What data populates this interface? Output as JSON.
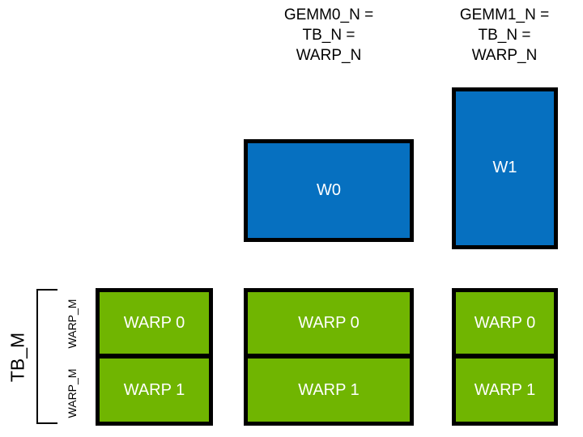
{
  "diagram": {
    "title_hidden": "",
    "colors": {
      "blue_tile": "#0670c0",
      "green_tile": "#70b501",
      "outline": "#000000",
      "tile_text": "#ffffff",
      "label_text": "#000000",
      "background": "#ffffff"
    },
    "headers": [
      {
        "id": "gemm0",
        "text": "GEMM0_N =\nTB_N =\nWARP_N"
      },
      {
        "id": "gemm1",
        "text": "GEMM1_N =\nTB_N =\nWARP_N"
      }
    ],
    "blue_tiles": [
      {
        "id": "w0",
        "label": "W0"
      },
      {
        "id": "w1",
        "label": "W1"
      }
    ],
    "green_stacks": [
      {
        "id": "left",
        "cells": [
          {
            "label": "WARP 0"
          },
          {
            "label": "WARP 1"
          }
        ]
      },
      {
        "id": "middle",
        "cells": [
          {
            "label": "WARP 0"
          },
          {
            "label": "WARP 1"
          }
        ]
      },
      {
        "id": "right",
        "cells": [
          {
            "label": "WARP 0"
          },
          {
            "label": "WARP 1"
          }
        ]
      }
    ],
    "axis_labels": {
      "tb_m": "TB_M",
      "warp_m_upper": "WARP_M",
      "warp_m_lower": "WARP_M"
    }
  }
}
